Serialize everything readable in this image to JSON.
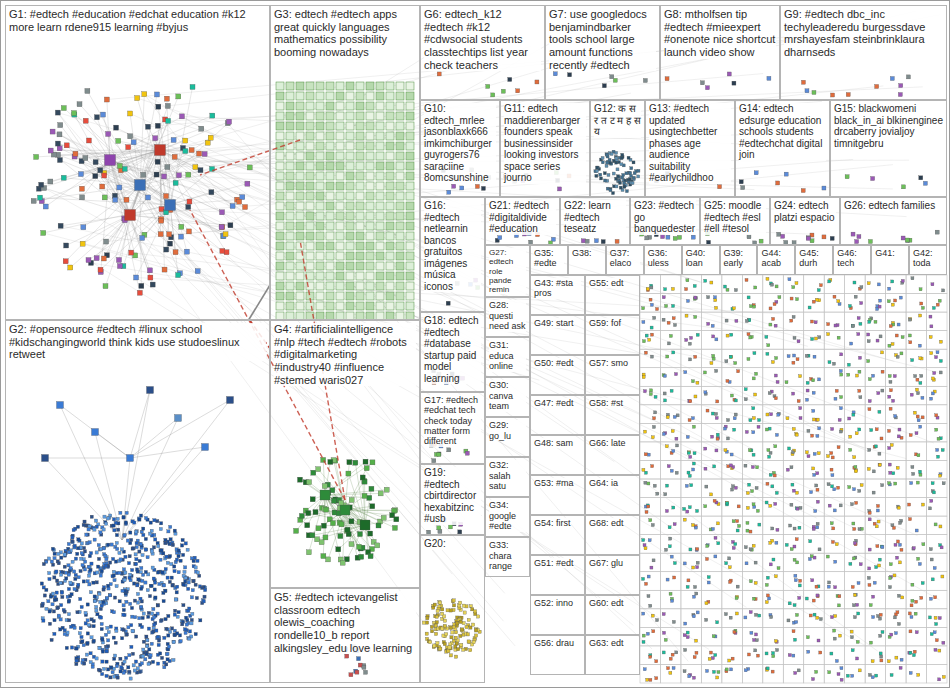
{
  "diagram": {
    "nodes": [
      {
        "text": [
          "G1: #edtech #education #edchat education #k12 more learn rdene915 learning #byjus"
        ]
      },
      {
        "text": [
          "G2: #opensource #edtech #linux school #kidschangingworld think kids use studoeslinux retweet"
        ]
      },
      {
        "text": [
          "G3: edtech #edtech apps great quickly languages mathematics possibility booming nowadays"
        ]
      },
      {
        "text": [
          "G4: #artificialintelligence #nlp #tech #edtech #robots #digitalmarketing #industry40 #influence #stemed waris027"
        ]
      },
      {
        "text": [
          "G5: #edtech ictevangelist classroom edtech olewis_coaching rondelle10_b report alkingsley_edu love learning"
        ]
      },
      {
        "text": [
          "G6: edtech_k12 #edtech #k12 #cdwsocial students classtechtips list year check teachers"
        ]
      },
      {
        "text": [
          "G7: use googledocs benjamindbarker tools school large amount functions recently #edtech"
        ]
      },
      {
        "text": [
          "G8: mtholfsen tip #edtech #mieexpert #onenote nice shortcut launch video show"
        ]
      },
      {
        "text": [
          "G9: #edtech dbc_inc techyleaderedu burgessdave mrshayesfam steinbrinklaura dharnseds"
        ]
      },
      {
        "text": [
          "G10: edtech_mrlee jasonblaxk666 imkimchiburger guyrogers76 saraciine 8omcsunshine"
        ]
      },
      {
        "text": [
          "G11: edtech maddierenbarger founders speak businessinsider looking investors space series journo"
        ]
      },
      {
        "text": [
          "G12: क स र त ट म ह स य"
        ]
      },
      {
        "text": [
          "G13: #edtech updated usingtechbetter phases age audience suitability #earlychildhoo"
        ]
      },
      {
        "text": [
          "G14: edtech edsurge education schools students #edtechchat digital join"
        ]
      },
      {
        "text": [
          "G15: blackwomeni black_in_ai blkinenginee drcaberry jovialjoy timnitgebru"
        ]
      },
      {
        "text": [
          "G16: #edtech netlearnin bancos gratuitos imágenes música iconos"
        ]
      },
      {
        "text": [
          "G18: edtech #edtech #database startup paid model learning"
        ]
      },
      {
        "text": [
          "G17: #edtech #edchat tech check today matter form different"
        ]
      },
      {
        "text": [
          "G19: #edtech cbirtdirector hexabitzinc #usb"
        ]
      },
      {
        "text": [
          "G20:"
        ]
      },
      {
        "text": [
          "G21: #edtech #digitaldivide #education"
        ]
      },
      {
        "text": [
          "G22: learn #edtech teseatz"
        ]
      },
      {
        "text": [
          "G23: #edtech go banquedester"
        ]
      },
      {
        "text": [
          "G25: moodle #edtech #esl #ell #tesol"
        ]
      },
      {
        "text": [
          "G24: edtech platzi espacio"
        ]
      },
      {
        "text": [
          "G26: edtech families"
        ]
      },
      {
        "text": [
          "G27: edtech role pande remin"
        ]
      },
      {
        "text": [
          "G28: questi need ask"
        ]
      },
      {
        "text": [
          "G31: educa online"
        ]
      },
      {
        "text": [
          "G30: canva team"
        ]
      },
      {
        "text": [
          "G29: go_lu"
        ]
      },
      {
        "text": [
          "G32: salah satu"
        ]
      },
      {
        "text": [
          "G34: google #edte"
        ]
      },
      {
        "text": [
          "G33: chara range"
        ]
      },
      {
        "text": [
          "G35: #edte"
        ]
      },
      {
        "text": [
          "G38:"
        ]
      },
      {
        "text": [
          "G37: elaco"
        ]
      },
      {
        "text": [
          "G36: uless"
        ]
      },
      {
        "text": [
          "G40: loan"
        ]
      },
      {
        "text": [
          "G39: early"
        ]
      },
      {
        "text": [
          "G44: acab"
        ]
      },
      {
        "text": [
          "G45: durh"
        ]
      },
      {
        "text": [
          "G46: tech"
        ]
      },
      {
        "text": [
          "G41:"
        ]
      },
      {
        "text": [
          "G42: toda"
        ]
      },
      {
        "text": [
          "G43: #sta pros"
        ]
      },
      {
        "text": [
          "G49: start"
        ]
      },
      {
        "text": [
          "G50: #edt"
        ]
      },
      {
        "text": [
          "G47: #edt"
        ]
      },
      {
        "text": [
          "G48: sam"
        ]
      },
      {
        "text": [
          "G53: #ma"
        ]
      },
      {
        "text": [
          "G54: first"
        ]
      },
      {
        "text": [
          "G51: #edt"
        ]
      },
      {
        "text": [
          "G52: inno"
        ]
      },
      {
        "text": [
          "G56: drau"
        ]
      },
      {
        "text": [
          "G55: edt"
        ]
      },
      {
        "text": [
          "G59: fof"
        ]
      },
      {
        "text": [
          "G57: smo"
        ]
      },
      {
        "text": [
          "G58: #st"
        ]
      },
      {
        "text": [
          "G66: late"
        ]
      },
      {
        "text": [
          "G64: ia"
        ]
      },
      {
        "text": [
          "G68: edt"
        ]
      },
      {
        "text": [
          "G67: glu"
        ]
      },
      {
        "text": [
          "G60: edt"
        ]
      },
      {
        "text": [
          "G63: edt"
        ]
      }
    ],
    "edges": [
      {
        "from": 0,
        "to": 3,
        "arrow": "none"
      },
      {
        "from": 1,
        "to": 2,
        "arrow": "none"
      }
    ]
  }
}
